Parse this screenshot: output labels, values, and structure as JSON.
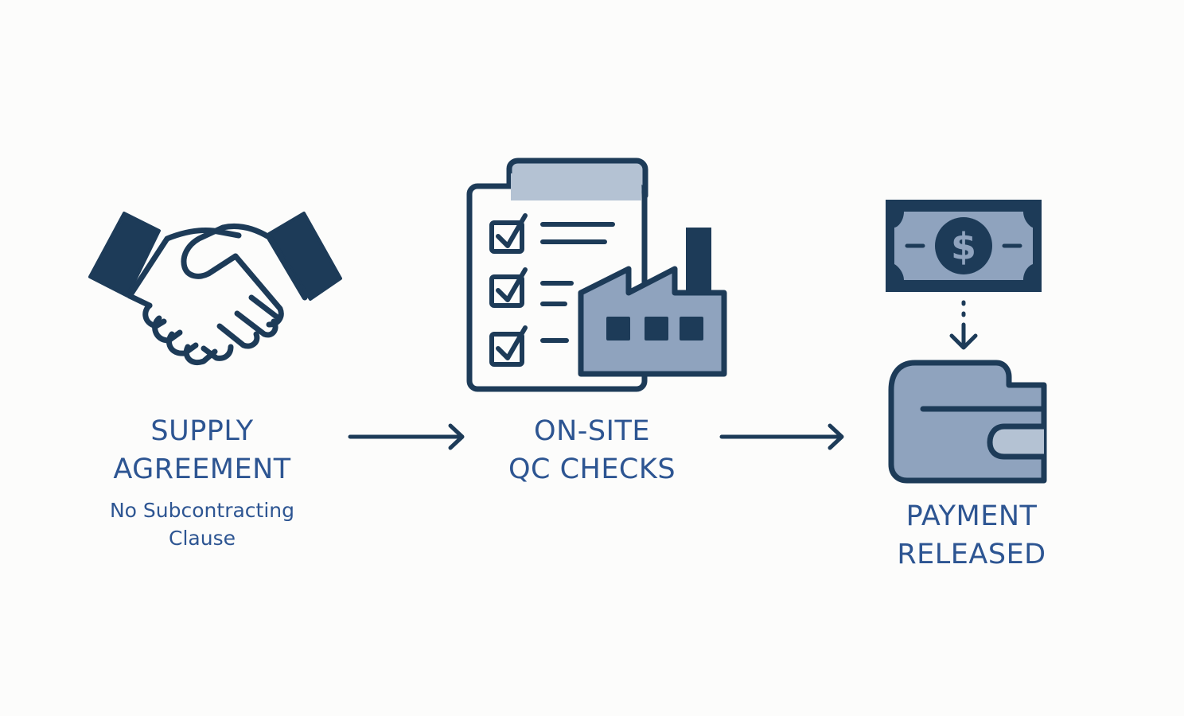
{
  "steps": [
    {
      "id": "supply-agreement",
      "title_lines": [
        "SUPPLY",
        "AGREEMENT"
      ],
      "subtitle_lines": [
        "No Subcontracting",
        "Clause"
      ],
      "icon": "handshake-icon"
    },
    {
      "id": "on-site-qc-checks",
      "title_lines": [
        "ON-SITE",
        "QC CHECKS"
      ],
      "icon": "checklist-factory-icon"
    },
    {
      "id": "payment-released",
      "title_lines": [
        "PAYMENT",
        "RELEASED"
      ],
      "icon": "money-wallet-icon"
    }
  ],
  "colors": {
    "navy": "#1d3b58",
    "steel": "#8fa3be",
    "steel_light": "#b4c2d3",
    "text_blue": "#2d5592",
    "background": "#fcfcfb"
  }
}
